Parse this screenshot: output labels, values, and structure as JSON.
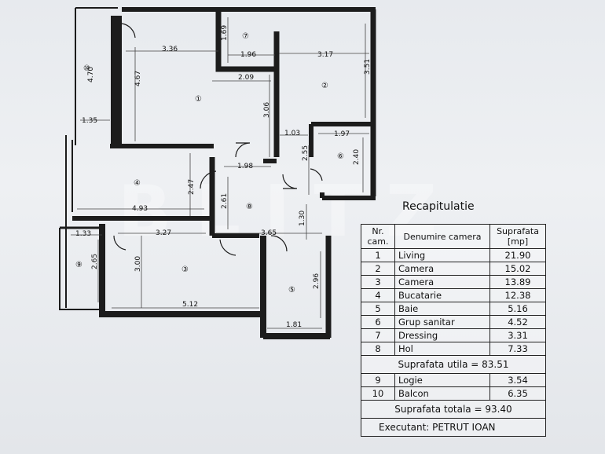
{
  "rooms": [
    {
      "nr": "1",
      "label": "①"
    },
    {
      "nr": "2",
      "label": "②"
    },
    {
      "nr": "3",
      "label": "③"
    },
    {
      "nr": "4",
      "label": "④"
    },
    {
      "nr": "5",
      "label": "⑤"
    },
    {
      "nr": "6",
      "label": "⑥"
    },
    {
      "nr": "7",
      "label": "⑦"
    },
    {
      "nr": "8",
      "label": "⑧"
    },
    {
      "nr": "9",
      "label": "⑨"
    },
    {
      "nr": "10",
      "label": "⑩"
    }
  ],
  "dimensions": [
    "3.36",
    "1.96",
    "3.17",
    "1.69",
    "4.70",
    "4.67",
    "2.09",
    "3.51",
    "3.06",
    "1.03",
    "1.97",
    "2.40",
    "1.35",
    "1.98",
    "2.55",
    "2.47",
    "2.61",
    "4.93",
    "1.30",
    "1.33",
    "3.27",
    "3.65",
    "2.65",
    "3.00",
    "2.96",
    "5.12",
    "1.81"
  ],
  "recap": {
    "title": "Recapitulatie",
    "headers": {
      "nr": "Nr. cam.",
      "name": "Denumire camera",
      "area": "Suprafata [mp]"
    },
    "rows": [
      {
        "nr": "1",
        "name": "Living",
        "area": "21.90"
      },
      {
        "nr": "2",
        "name": "Camera",
        "area": "15.02"
      },
      {
        "nr": "3",
        "name": "Camera",
        "area": "13.89"
      },
      {
        "nr": "4",
        "name": "Bucatarie",
        "area": "12.38"
      },
      {
        "nr": "5",
        "name": "Baie",
        "area": "5.16"
      },
      {
        "nr": "6",
        "name": "Grup sanitar",
        "area": "4.52"
      },
      {
        "nr": "7",
        "name": "Dressing",
        "area": "3.31"
      },
      {
        "nr": "8",
        "name": "Hol",
        "area": "7.33"
      }
    ],
    "useful_total": "Suprafata utila = 83.51",
    "rows2": [
      {
        "nr": "9",
        "name": "Logie",
        "area": "3.54"
      },
      {
        "nr": "10",
        "name": "Balcon",
        "area": "6.35"
      }
    ],
    "grand_total": "Suprafata totala = 93.40",
    "executant": "Executant: PETRUT IOAN"
  },
  "watermark": "BLITZ",
  "colors": {
    "wall": "#1c1c1c",
    "paper": "#eceef1",
    "ink": "#111111"
  }
}
